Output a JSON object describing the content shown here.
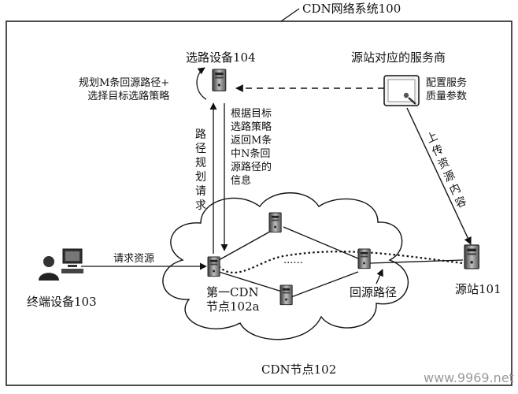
{
  "system": {
    "title": "CDN网络系统100"
  },
  "router": {
    "label": "选路设备104",
    "note": "规划M条回源路径+\n选择目标选路策略"
  },
  "provider": {
    "label": "源站对应的服务商",
    "config_note": "配置服务\n质量参数",
    "upload_note": "上传资源内容"
  },
  "requests": {
    "route_plan": "路径规划请求",
    "return_info": "根据目标\n选路策略\n返回M条\n中N条回\n源路径的\n信息"
  },
  "terminal": {
    "label": "终端设备103",
    "request": "请求资源"
  },
  "cdn": {
    "first_node": "第一CDN\n节点102a",
    "dots": "......",
    "return_path": "回源路径",
    "cloud_label": "CDN节点102"
  },
  "origin": {
    "label": "源站101"
  },
  "watermark": "www.9969.net"
}
